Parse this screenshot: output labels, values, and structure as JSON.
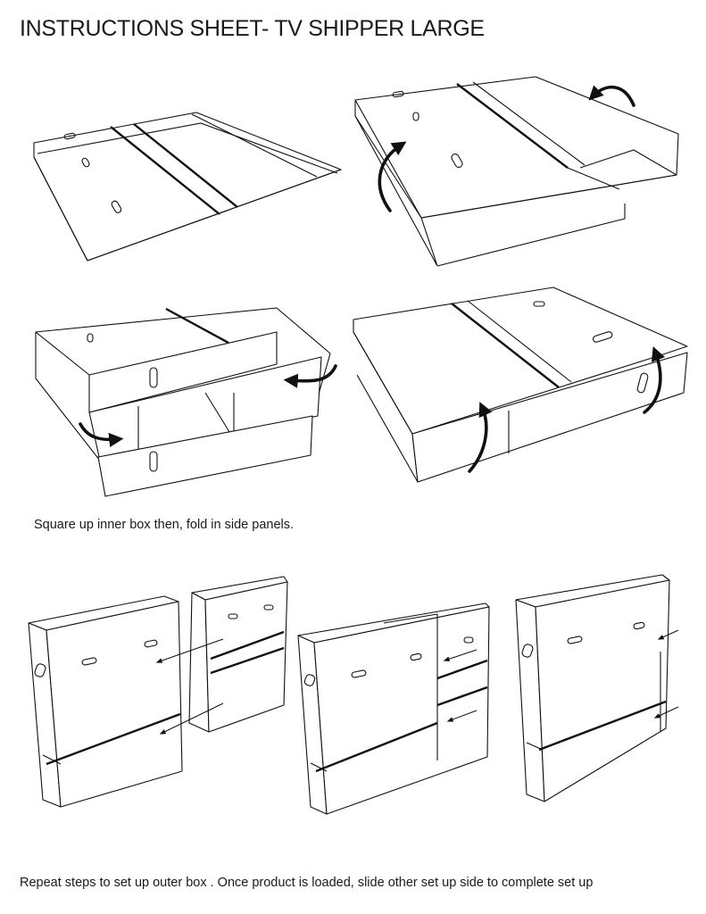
{
  "sheet": {
    "title": "INSTRUCTIONS SHEET- TV SHIPPER LARGE",
    "caption_step1": "Square up inner box then, fold in side panels.",
    "caption_step2": "Repeat steps to set up outer box . Once product is loaded, slide other set up side to complete set up"
  }
}
